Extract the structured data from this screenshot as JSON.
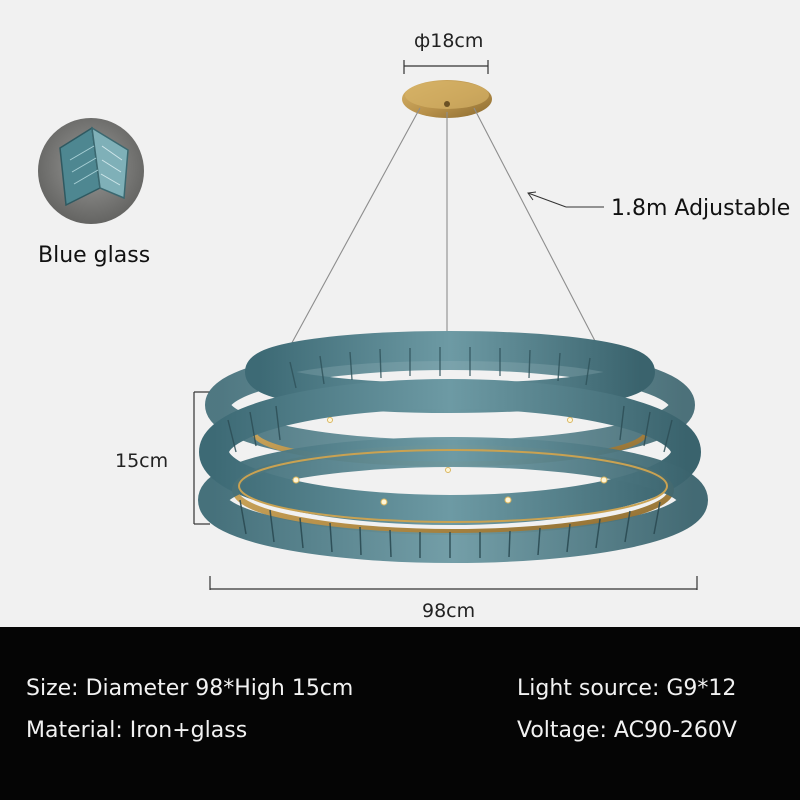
{
  "dimensions": {
    "canopy": "ф18cm",
    "height": "15cm",
    "diameter": "98cm",
    "cable": "1.8m Adjustable"
  },
  "swatch": {
    "label": "Blue glass"
  },
  "specs": {
    "size": "Size: Diameter 98*High 15cm",
    "material": "Material: Iron+glass",
    "light_source": "Light source: G9*12",
    "voltage": "Voltage: AC90-260V"
  },
  "colors": {
    "background": "#f1f1f1",
    "band": "#050505",
    "glass": "#4f7e88",
    "brass": "#b8914a"
  }
}
